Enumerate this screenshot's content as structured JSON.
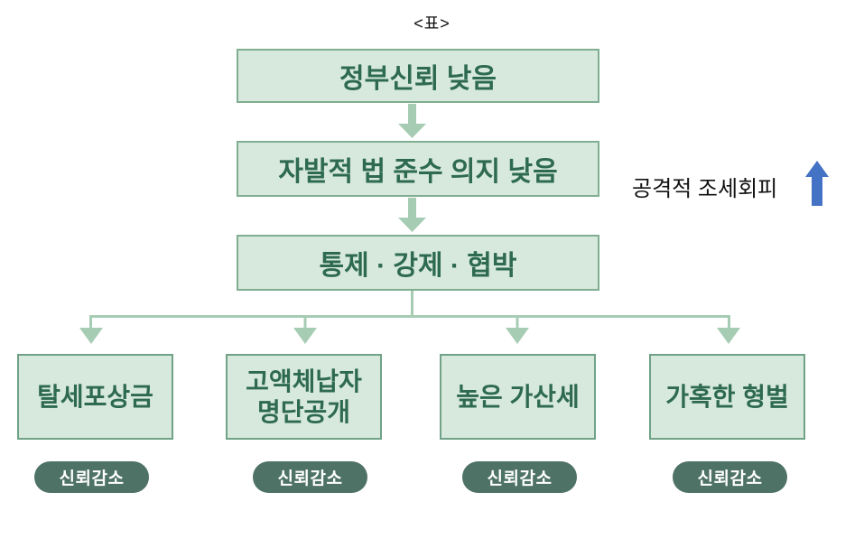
{
  "title": "<표>",
  "colors": {
    "box_fill": "#d7e9dc",
    "box_border": "#7fae90",
    "box_text": "#2e6a50",
    "connector_green": "#a7ccb4",
    "badge_bg": "#4e7266",
    "badge_text": "#ffffff",
    "accent_blue": "#4472c4",
    "plain_text": "#111111"
  },
  "flow_boxes": [
    {
      "label": "정부신뢰 낮음"
    },
    {
      "label": "자발적 법 준수 의지 낮음"
    },
    {
      "label": "통제 · 강제 · 협박"
    }
  ],
  "side_note": {
    "label": "공격적 조세회피"
  },
  "leaf_boxes": [
    {
      "label": "탈세포상금",
      "badge": "신뢰감소"
    },
    {
      "label": "고액체납자\n명단공개",
      "badge": "신뢰감소"
    },
    {
      "label": "높은 가산세",
      "badge": "신뢰감소"
    },
    {
      "label": "가혹한 형벌",
      "badge": "신뢰감소"
    }
  ]
}
